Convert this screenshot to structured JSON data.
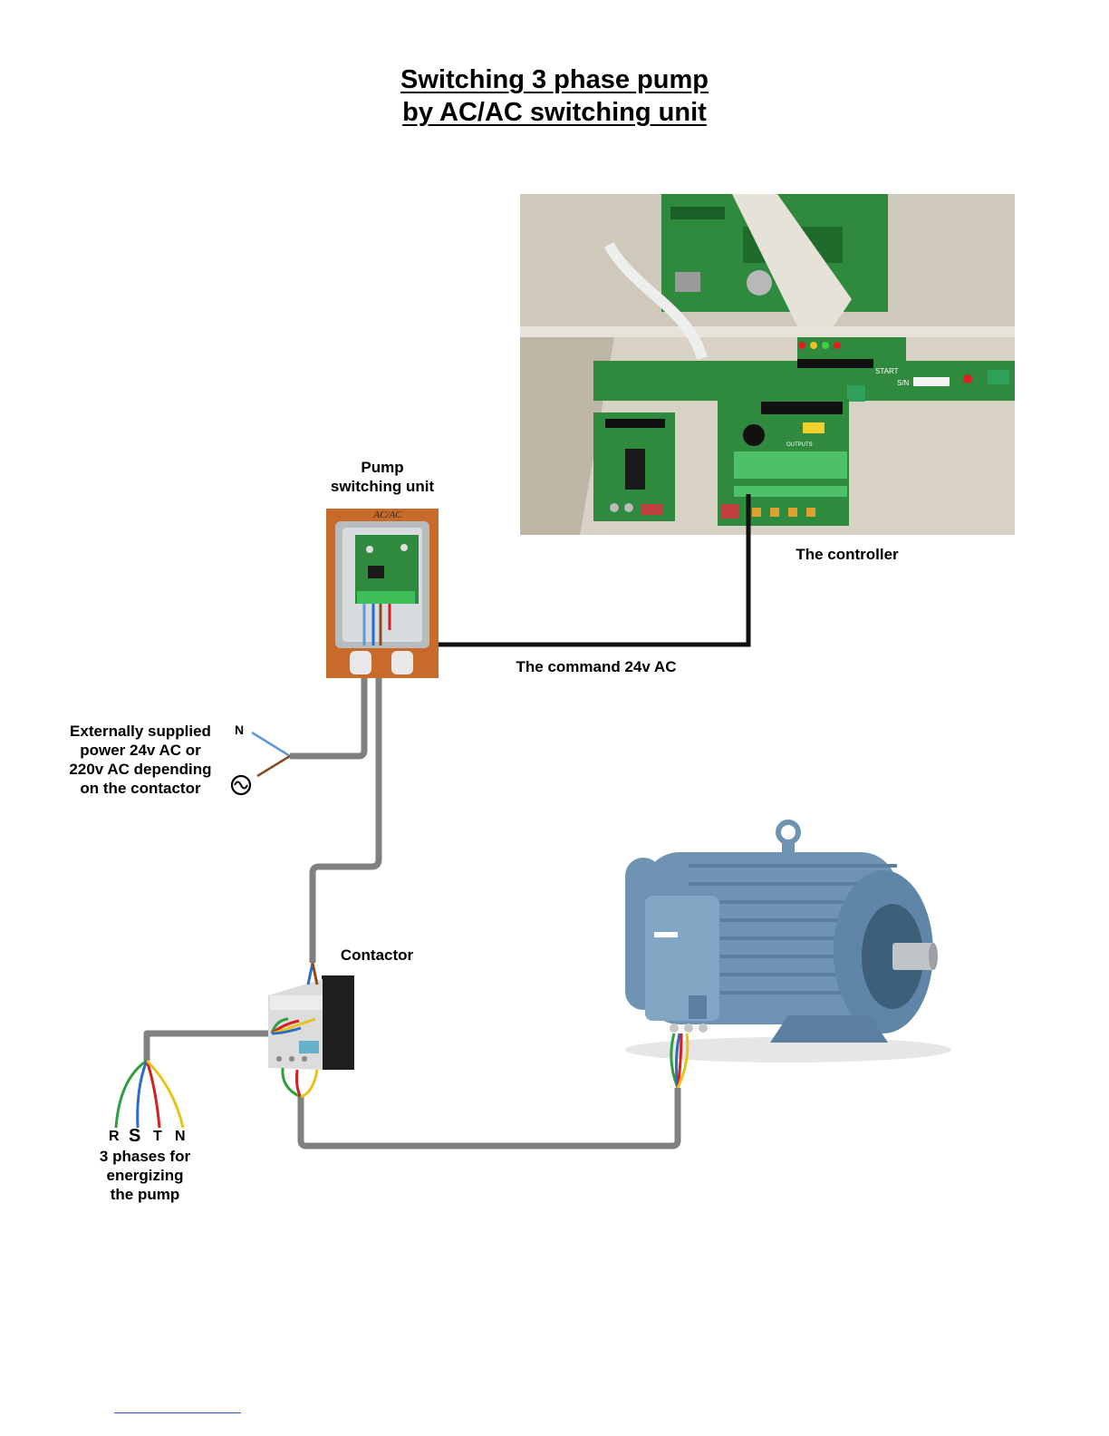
{
  "title": {
    "line1": "Switching 3 phase pump",
    "line2": "by AC/AC switching unit"
  },
  "labels": {
    "pump_unit_line1": "Pump",
    "pump_unit_line2": "switching unit",
    "unit_badge": "AC/AC",
    "controller": "The controller",
    "command": "The command 24v AC",
    "external_line1": "Externally supplied",
    "external_line2": "power 24v AC or",
    "external_line3": "220v AC depending",
    "external_line4": "on the contactor",
    "neutral": "N",
    "contactor": "Contactor",
    "phase_r": "R",
    "phase_s": "S",
    "phase_t": "T",
    "phase_n": "N",
    "phases_line1": "3 phases for",
    "phases_line2": "energizing",
    "phases_line3": "the pump",
    "board_start": "START",
    "board_sn": "S/N",
    "board_outputs": "OUTPUTS"
  },
  "colors": {
    "cable": "#808080",
    "command_wire": "#111111",
    "phase_green": "#2e9e3e",
    "phase_blue": "#2b6cc4",
    "phase_red": "#d42020",
    "phase_yellow": "#e6c21a",
    "neutral_blue": "#5b9bd5",
    "live_brown": "#8b4a1c",
    "pcb_green": "#2f8a3e",
    "motor_blue": "#6e93b3"
  }
}
